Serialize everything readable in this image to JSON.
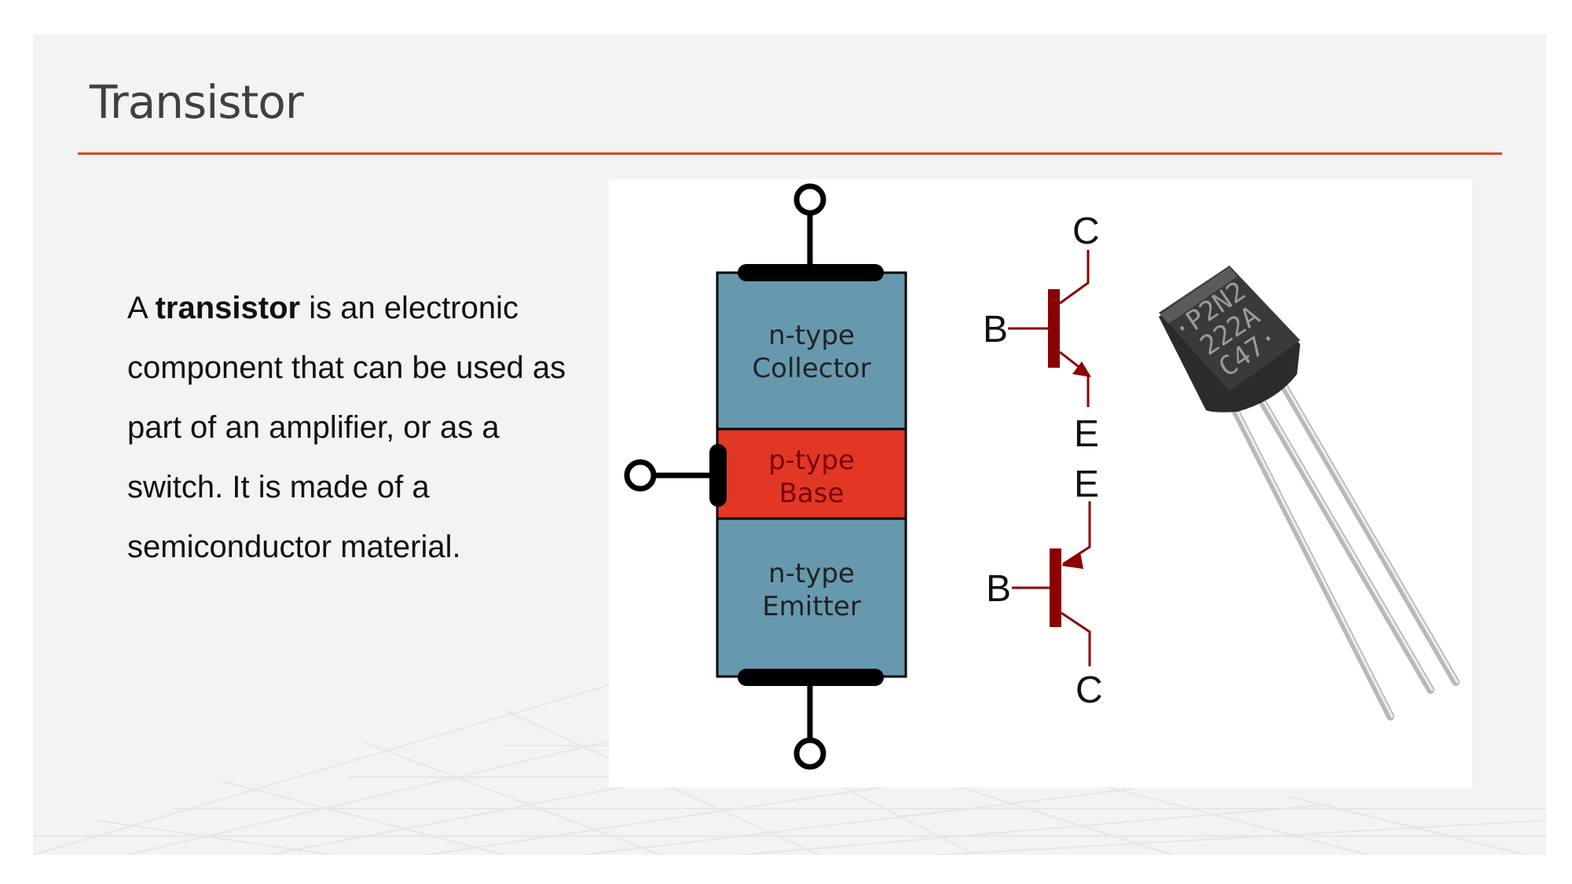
{
  "slide": {
    "title": "Transistor",
    "body": {
      "prefix": "A ",
      "bold": "transistor",
      "rest": " is an electronic component that can be used as part of an amplifier, or as a switch. It is made of a semiconductor material."
    }
  },
  "diagram": {
    "layers": {
      "collector": {
        "line1": "n-type",
        "line2": "Collector"
      },
      "base": {
        "line1": "p-type",
        "line2": "Base"
      },
      "emitter": {
        "line1": "n-type",
        "line2": "Emitter"
      }
    },
    "npn_symbol": {
      "collector": "C",
      "base": "B",
      "emitter": "E"
    },
    "pnp_symbol": {
      "emitter": "E",
      "base": "B",
      "collector": "C"
    },
    "package": {
      "marking_line1": "·P2N2",
      "marking_line2": "222A",
      "marking_line3": "C47·"
    }
  },
  "colors": {
    "accent_rule": "#d24726",
    "n_type": "#6799ae",
    "p_type": "#e33726",
    "symbol": "#8b0000",
    "background": "#f3f3f3"
  }
}
